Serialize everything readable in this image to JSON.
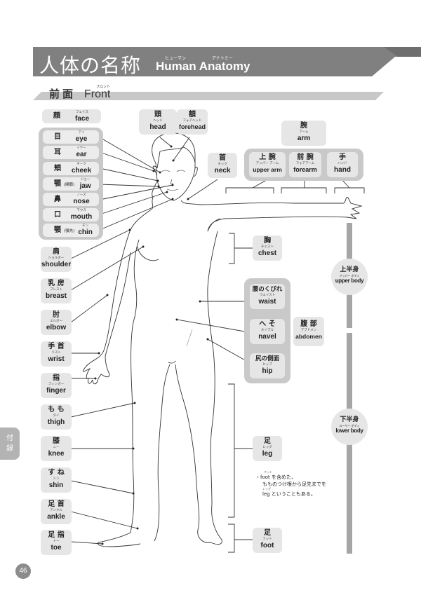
{
  "header": {
    "title_jp": "人体の名称",
    "title_en": "Human Anatomy",
    "title_ruby_1": "ヒューマン",
    "title_ruby_2": "アナトミー",
    "banner_color": "#808080"
  },
  "subheader": {
    "label_jp": "前面",
    "label_en": "Front",
    "ruby": "フロント",
    "bar_color": "#c8c8c8"
  },
  "face_label": {
    "jp": "顔",
    "ruby": "フェイス",
    "en": "face"
  },
  "face_parts": [
    {
      "jp": "目",
      "note": "",
      "ruby": "アイ",
      "en": "eye"
    },
    {
      "jp": "耳",
      "note": "",
      "ruby": "イヤー",
      "en": "ear"
    },
    {
      "jp": "頬",
      "note": "",
      "ruby": "チーク",
      "en": "cheek"
    },
    {
      "jp": "顎",
      "note": "(関節)",
      "ruby": "ジョー",
      "en": "jaw"
    },
    {
      "jp": "鼻",
      "note": "",
      "ruby": "ノーズ",
      "en": "nose"
    },
    {
      "jp": "口",
      "note": "",
      "ruby": "マウス",
      "en": "mouth"
    },
    {
      "jp": "顎",
      "note": "(顎先)",
      "ruby": "チン",
      "en": "chin"
    }
  ],
  "left_parts": [
    {
      "jp": "肩",
      "ruby": "ショルダー",
      "en": "shoulder"
    },
    {
      "jp": "乳 房",
      "ruby": "ブレスト",
      "en": "breast"
    },
    {
      "jp": "肘",
      "ruby": "エルボー",
      "en": "elbow"
    },
    {
      "jp": "手 首",
      "ruby": "リスト",
      "en": "wrist"
    },
    {
      "jp": "指",
      "ruby": "フィンガー",
      "en": "finger"
    },
    {
      "jp": "も も",
      "ruby": "タイ",
      "en": "thigh"
    },
    {
      "jp": "膝",
      "ruby": "ニー",
      "en": "knee"
    },
    {
      "jp": "す ね",
      "ruby": "シン",
      "en": "shin"
    },
    {
      "jp": "足 首",
      "ruby": "アンクル",
      "en": "ankle"
    },
    {
      "jp": "足 指",
      "ruby": "トー",
      "en": "toe"
    }
  ],
  "head_parts": [
    {
      "jp": "頭",
      "ruby": "ヘッド",
      "en": "head"
    },
    {
      "jp": "額",
      "ruby": "フォアヘッド",
      "en": "forehead"
    }
  ],
  "neck": {
    "jp": "首",
    "ruby": "ネック",
    "en": "neck"
  },
  "arm": {
    "jp": "腕",
    "ruby": "アーム",
    "en": "arm"
  },
  "arm_parts": [
    {
      "jp": "上 腕",
      "ruby": "アッパー アーム",
      "en": "upper arm"
    },
    {
      "jp": "前 腕",
      "ruby": "フォアアーム",
      "en": "forearm"
    },
    {
      "jp": "手",
      "ruby": "ハンド",
      "en": "hand"
    }
  ],
  "chest": {
    "jp": "胸",
    "ruby": "チェスト",
    "en": "chest"
  },
  "abdomen_parts": [
    {
      "jp": "腰のくびれ",
      "ruby": "ウエイスト",
      "en": "waist"
    },
    {
      "jp": "へ そ",
      "ruby": "ネイブル",
      "en": "navel"
    },
    {
      "jp": "尻の側面",
      "ruby": "ヒップ",
      "en": "hip"
    }
  ],
  "abdomen": {
    "jp": "腹 部",
    "ruby": "アブドメン",
    "en": "abdomen"
  },
  "leg": {
    "jp": "足",
    "ruby": "レッグ",
    "en": "leg"
  },
  "foot": {
    "jp": "足",
    "ruby": "フット",
    "en": "foot"
  },
  "upper_body": {
    "jp": "上半身",
    "ruby": "アッパー ボディ",
    "en": "upper body"
  },
  "lower_body": {
    "jp": "下半身",
    "ruby": "ローワー ボディ",
    "en": "lower body"
  },
  "note": {
    "ruby_1": "フット",
    "line_1": "・foot を含めた、",
    "line_2": "もものつけ根から足先までを",
    "ruby_2": "レッグ",
    "line_3": "leg ということもある。"
  },
  "side_tab": {
    "line_1": "付",
    "line_2": "録"
  },
  "page_number": "46"
}
